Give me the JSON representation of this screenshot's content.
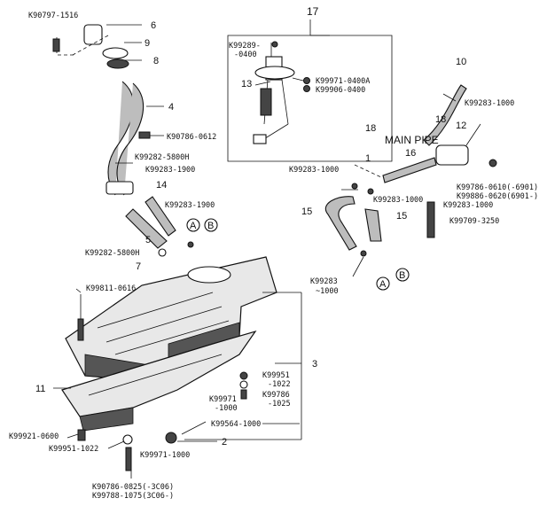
{
  "callouts": {
    "n1": "1",
    "n2": "2",
    "n3": "3",
    "n4": "4",
    "n5": "5",
    "n6": "6",
    "n7": "7",
    "n8": "8",
    "n9": "9",
    "n10": "10",
    "n11": "11",
    "n12": "12",
    "n13": "13",
    "n14": "14",
    "n15a": "15",
    "n15b": "15",
    "n16": "16",
    "n17": "17",
    "n18a": "18",
    "n18b": "18"
  },
  "codes": {
    "k90797": "K90797-1516",
    "k90786_0612": "K90786-0612",
    "k99282_top": "K99282-5800H",
    "k99283_1900a": "K99283-1900",
    "k99283_1900b": "K99283-1900",
    "k99282_bot": "K99282-5800H",
    "k99811": "K99811-0616",
    "k99289": "K99289-",
    "k99289b": "-0400",
    "k99971_0400a": "K99971-0400A",
    "k99906": "K99906-0400",
    "k99283_1000_r": "K99283-1000",
    "k99283_1000_l": "K99283-1000",
    "k99283_1000_m": "K99283-1000",
    "k99283_1000_n": "K99283-1000",
    "k99283_dn": "K99283",
    "k99283_dn_b": "~1000",
    "k99786_0610": "K99786-0610(-6901)",
    "k99886_0620": "K99886-0620(6901-)",
    "k99709": "K99709-3250",
    "k99951_1022r": "K99951",
    "k99951_1022r_b": "-1022",
    "k99786_1025": "K99786",
    "k99786_1025_b": "-1025",
    "k99971_1000r": "K99971",
    "k99971_1000r_b": "-1000",
    "k99564": "K99564-1000",
    "k99921": "K99921-0600",
    "k99951_1022": "K99951-1022",
    "k99971_1000": "K99971-1000",
    "k90786_0825": "K90786-0825(-3C06)",
    "k99788_1075": "K99788-1075(3C06-)"
  },
  "annotations": {
    "main_pipe": "MAIN PIPE",
    "a_top": "A",
    "b_top": "B",
    "a_bot": "A",
    "b_bot": "B"
  }
}
